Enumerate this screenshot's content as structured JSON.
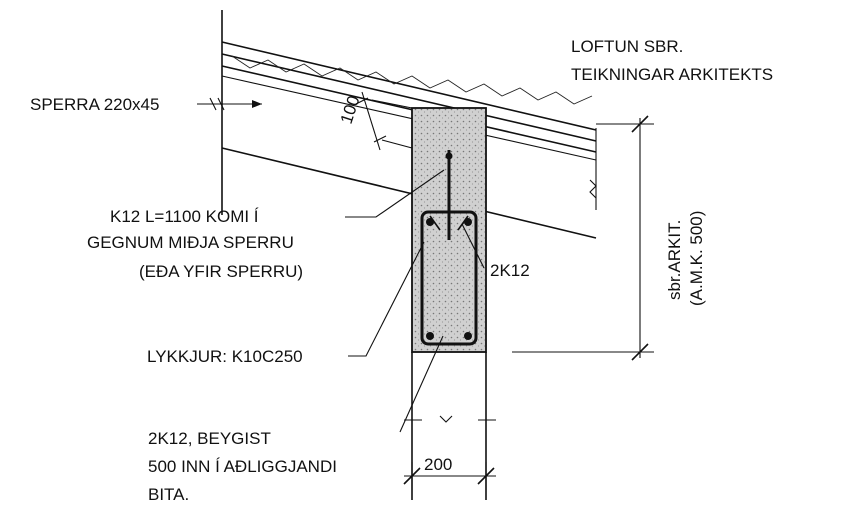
{
  "labels": {
    "loftun_line1": "LOFTUN SBR.",
    "loftun_line2": "TEIKNINGAR ARKITEKTS",
    "sperra": "SPERRA 220x45",
    "k12_line1": "K12  L=1100 KOMI Í",
    "k12_line2": "GEGNUM MIÐJA SPERRU",
    "k12_line3": "(EÐA YFIR SPERRU)",
    "two_k12": "2K12",
    "lykkjur": "LYKKJUR: K10C250",
    "beygist_line1": "2K12, BEYGIST",
    "beygist_line2": "500 INN Í AÐLIGGJANDI",
    "beygist_line3": "BITA."
  },
  "dimensions": {
    "top_cover": "100",
    "width": "200",
    "height_line1": "sbr.ARKIT.",
    "height_line2": "(A.M.K. 500)"
  },
  "colors": {
    "ink": "#111111",
    "concrete_fill": "#c9c9c9",
    "background": "#ffffff"
  }
}
